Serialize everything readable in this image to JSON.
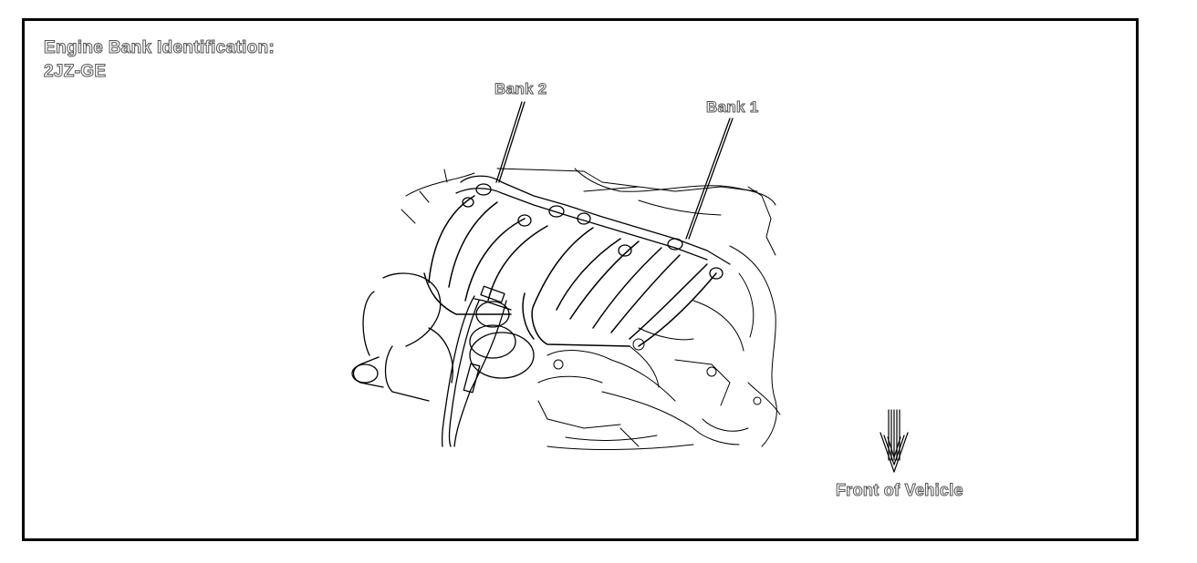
{
  "title": {
    "line1": "Engine Bank Identification:",
    "line2": "2JZ-GE"
  },
  "callouts": {
    "bank2": "Bank 2",
    "bank1": "Bank 1"
  },
  "direction": {
    "label": "Front of Vehicle",
    "icon": "down-arrow-icon"
  },
  "colors": {
    "ink": "#000000",
    "label_fill": "#ffffff",
    "label_outline": "#555555"
  }
}
